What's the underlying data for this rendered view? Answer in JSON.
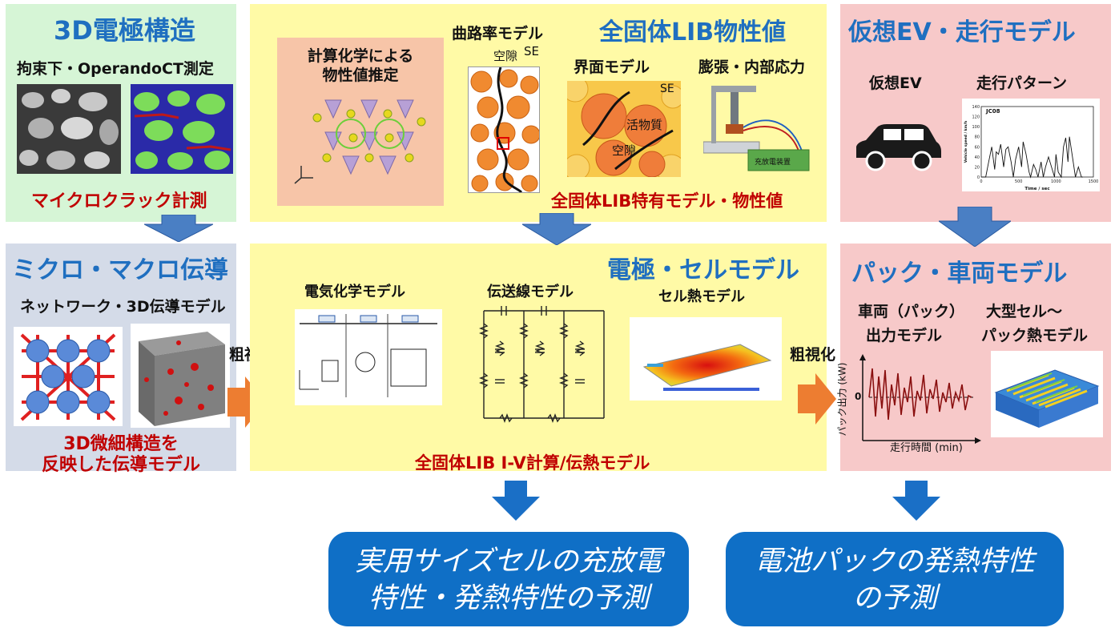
{
  "panels": {
    "electrode_3d": {
      "title": "3D電極構造",
      "subtitle": "拘束下・OperandoCT測定",
      "caption": "マイクロクラック計測"
    },
    "solid_lib": {
      "title": "全固体LIB物性値",
      "calc_label": "計算化学による\n物性値推定",
      "tortuosity_label": "曲路率モデル",
      "void_label": "空隙",
      "se_label": "SE",
      "interface_label": "界面モデル",
      "interface_se": "SE",
      "active_label": "活物質",
      "interface_void": "空隙",
      "expansion_label": "膨張・内部応力",
      "device_label": "充放電装置",
      "caption": "全固体LIB特有モデル・物性値"
    },
    "virtual_ev": {
      "title": "仮想EV・走行モデル",
      "ev_label": "仮想EV",
      "pattern_label": "走行パターン",
      "chart_title": "JC08",
      "chart_ylabel": "Vehicle speed / km/h",
      "chart_xlabel": "Time / sec",
      "chart_yticks": [
        "0",
        "20",
        "40",
        "60",
        "80",
        "100",
        "120",
        "140"
      ],
      "chart_xticks": [
        "0",
        "500",
        "1000",
        "1500"
      ]
    },
    "micro_macro": {
      "title": "ミクロ・マクロ伝導",
      "subtitle": "ネットワーク・3D伝導モデル",
      "caption_line1": "3D微細構造を",
      "caption_line2": "反映した伝導モデル"
    },
    "electrode_cell": {
      "title": "電極・セルモデル",
      "ec_label": "電気化学モデル",
      "tl_label": "伝送線モデル",
      "thermal_label": "セル熱モデル",
      "caption": "全固体LIB I-V計算/伝熱モデル"
    },
    "pack_vehicle": {
      "title": "パック・車両モデル",
      "vehicle_label_line1": "車両（パック）",
      "vehicle_label_line2": "出力モデル",
      "pack_label_line1": "大型セル～",
      "pack_label_line2": "パック熱モデル",
      "plot_ylabel": "パック出力 (kW)",
      "plot_xlabel": "走行時間 (min)",
      "plot_zero": "0"
    }
  },
  "coarse_label_left": "粗視化",
  "coarse_label_right": "粗視化",
  "results": {
    "cell_line1": "実用サイズセルの充放電",
    "cell_line2": "特性・発熱特性の予測",
    "pack_line1": "電池パックの発熱特性",
    "pack_line2": "の予測"
  },
  "colors": {
    "green_panel": "#d6f5d6",
    "yellow_panel": "#fffaa6",
    "pink_panel": "#f7c9c9",
    "grey_panel": "#d4dbe8",
    "arrow_blue": "#4a7fc4",
    "arrow_orange": "#ed7d31",
    "result_blue": "#0f6fc6",
    "title_blue": "#1f6fc0",
    "caption_red": "#c00000"
  },
  "chart_data": [
    {
      "type": "line",
      "title": "JC08",
      "xlabel": "Time / sec",
      "ylabel": "Vehicle speed / km/h",
      "xlim": [
        0,
        1500
      ],
      "ylim": [
        0,
        140
      ],
      "x": [
        0,
        60,
        100,
        140,
        180,
        200,
        230,
        260,
        300,
        330,
        360,
        400,
        430,
        460,
        500,
        540,
        560,
        600,
        640,
        660,
        700,
        730,
        760,
        800,
        830,
        860,
        900,
        940,
        980,
        1000,
        1030,
        1070,
        1100,
        1130,
        1160,
        1180,
        1220,
        1260,
        1300,
        1340,
        1360
      ],
      "y": [
        0,
        0,
        30,
        60,
        15,
        50,
        45,
        65,
        20,
        55,
        60,
        30,
        0,
        35,
        60,
        20,
        70,
        45,
        10,
        0,
        25,
        15,
        0,
        30,
        0,
        20,
        40,
        20,
        0,
        45,
        10,
        0,
        60,
        78,
        30,
        80,
        40,
        0,
        20,
        0,
        0
      ]
    }
  ]
}
